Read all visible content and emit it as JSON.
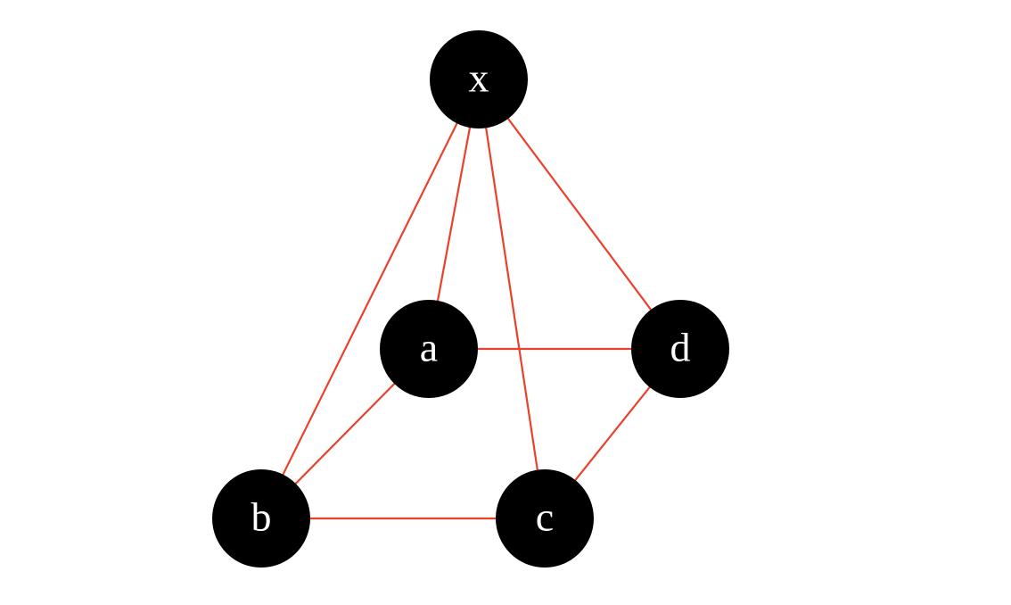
{
  "graph": {
    "edge_color": "#e8412c",
    "node_color": "#000000",
    "label_color": "#ffffff",
    "nodes": [
      {
        "id": "x",
        "label": "x"
      },
      {
        "id": "a",
        "label": "a"
      },
      {
        "id": "d",
        "label": "d"
      },
      {
        "id": "b",
        "label": "b"
      },
      {
        "id": "c",
        "label": "c"
      }
    ],
    "edges": [
      [
        "x",
        "b"
      ],
      [
        "x",
        "a"
      ],
      [
        "x",
        "c"
      ],
      [
        "x",
        "d"
      ],
      [
        "a",
        "d"
      ],
      [
        "a",
        "b"
      ],
      [
        "d",
        "c"
      ],
      [
        "b",
        "c"
      ]
    ]
  }
}
